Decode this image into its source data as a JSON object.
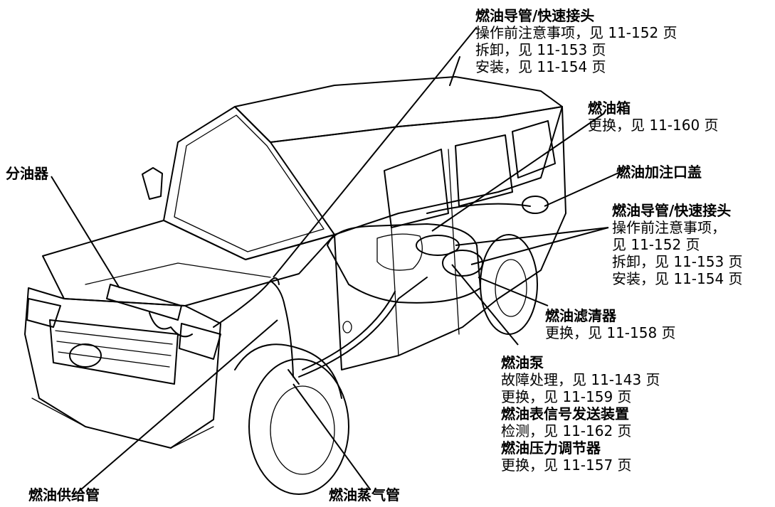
{
  "labels": {
    "distributor": {
      "title": "分油器"
    },
    "quick_top": {
      "title": "燃油导管/快速接头",
      "lines": [
        "操作前注意事项，见 11-152 页",
        "拆卸，见 11-153 页",
        "安装，见 11-154 页"
      ]
    },
    "tank": {
      "title": "燃油箱",
      "lines": [
        "更换，见 11-160 页"
      ]
    },
    "filler_cap": {
      "title": "燃油加注口盖"
    },
    "quick_right": {
      "title": "燃油导管/快速接头",
      "lines": [
        "操作前注意事项，",
        "见 11-152 页",
        "拆卸，见 11-153 页",
        "安装，见 11-154 页"
      ]
    },
    "filter": {
      "title": "燃油滤清器",
      "lines": [
        "更换，见 11-158 页"
      ]
    },
    "pump": {
      "title": "燃油泵",
      "lines": [
        "故障处理，见 11-143 页",
        "更换，见 11-159 页"
      ]
    },
    "sender": {
      "title": "燃油表信号发送装置",
      "lines": [
        "检测，见 11-162 页"
      ]
    },
    "regulator": {
      "title": "燃油压力调节器",
      "lines": [
        "更换，见 11-157 页"
      ]
    },
    "supply_line": {
      "title": "燃油供给管"
    },
    "vapor_line": {
      "title": "燃油蒸气管"
    }
  }
}
